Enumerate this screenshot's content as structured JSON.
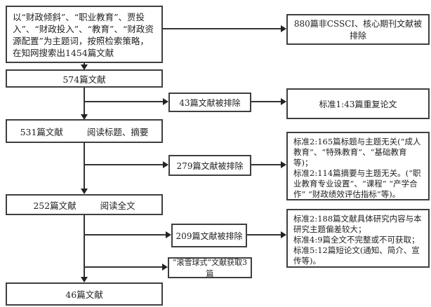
{
  "flowchart": {
    "description": "literature screening flow diagram",
    "colors": {
      "background": "#ffffff",
      "box_border": "#3f3f3f",
      "arrow": "#222222",
      "text": "#222222"
    },
    "left_column": {
      "search": "以“财政倾斜”、“职业教育”、贾投入”、“财政投入”、“教育”、“财政资源配置”为主题词，按照检索策略，在知网搜索出1454篇文献",
      "count_574": "574篇文献",
      "count_531": "531篇文献",
      "action_531": "阅读标题、摘要",
      "count_252": "252篇文献",
      "action_252": "阅读全文",
      "count_46": "46篇文献"
    },
    "middle_column": {
      "excluded_43": "43篇文献被排除",
      "excluded_279": "279篇文献被排除",
      "excluded_209": "209篇文献被排除",
      "snowball": "“滚雪球式”文献获取3篇"
    },
    "right_column": {
      "non_cssci": "880篇非CSSCI、核心期刊文献被排除",
      "criterion_duplicates": "标准1:43篇重复论文",
      "criteria_title_abstract": {
        "lines": [
          "标准2:165篇标题与主题无关(“成人教育”、“特殊教育”、“基础教育等)；",
          "标准2:114篇摘要与主题无关。(“职业教育专业设置”、“课程” “产学合作” “财政绩效评估指标”等)。"
        ]
      },
      "criteria_fulltext": {
        "lines": [
          "标准2:188篇文献具体研究内容与本研究主题偏差较大；",
          "标准4:9篇全文不完整或不可获取；",
          "标准5:12篇短论文(通知、简介、宣传等)。"
        ]
      }
    }
  }
}
